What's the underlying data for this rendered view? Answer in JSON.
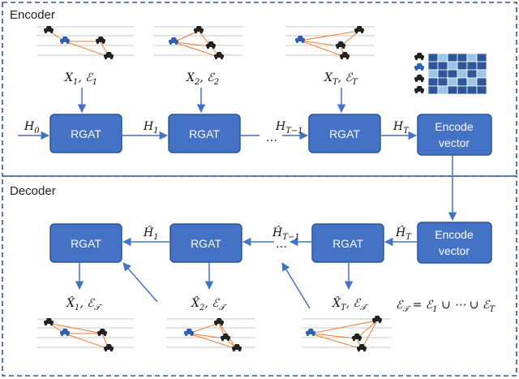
{
  "sections": {
    "encoder_title": "Encoder",
    "decoder_title": "Decoder"
  },
  "blocks": {
    "rgat": "RGAT",
    "encode_line1": "Encode",
    "encode_line2": "vector"
  },
  "encoder_inputs": [
    {
      "x": "X",
      "x_sub": "1",
      "e": "ℰ",
      "e_sub": "1"
    },
    {
      "x": "X",
      "x_sub": "2",
      "e": "ℰ",
      "e_sub": "2"
    },
    {
      "x": "X",
      "x_sub": "T",
      "e": "ℰ",
      "e_sub": "T"
    }
  ],
  "encoder_states": [
    {
      "base": "H",
      "sub": "0"
    },
    {
      "base": "H",
      "sub": "1"
    },
    {
      "base": "H",
      "sub": "T−1"
    },
    {
      "base": "H",
      "sub": "T"
    }
  ],
  "decoder_states": [
    {
      "base": "Ĥ",
      "sub": "1"
    },
    {
      "base": "Ĥ",
      "sub": "T−1"
    },
    {
      "base": "Ĥ",
      "sub": "T"
    }
  ],
  "decoder_outputs": [
    {
      "x": "X̂",
      "x_sub": "1",
      "e": "ℰ",
      "e_sub": "𝒯"
    },
    {
      "x": "X̂",
      "x_sub": "2",
      "e": "ℰ",
      "e_sub": "𝒯"
    },
    {
      "x": "X̂",
      "x_sub": "T",
      "e": "ℰ",
      "e_sub": "𝒯"
    }
  ],
  "ellipsis": "…",
  "formula": {
    "lhs": "ℰ",
    "lhs_sub": "𝒯",
    "eq": " = ℰ",
    "s1": "1",
    "mid": " ∪ ⋯ ∪ ℰ",
    "s2": "T"
  },
  "colors": {
    "box_fill": "#4472c4",
    "box_stroke": "#2f5597",
    "arrow": "#4472c4",
    "dash": "#2f5597",
    "edge": "#ed7d31",
    "car_black": "#222222",
    "car_blue": "#2f5fb3",
    "matrix_dark": "#2e5597",
    "matrix_light": "#9dc3e6"
  }
}
